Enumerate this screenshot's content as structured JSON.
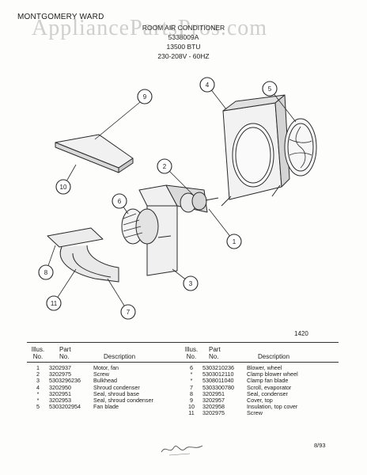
{
  "header": {
    "brand": "MONTGOMERY WARD",
    "title": "ROOM AIR CONDITIONER",
    "model": "5338009A",
    "capacity": "13500 BTU",
    "power": "230-208V - 60HZ"
  },
  "watermark": "AppliancePartsPros.com",
  "figure_number": "1420",
  "callouts": [
    "1",
    "2",
    "3",
    "4",
    "5",
    "6",
    "7",
    "8",
    "9",
    "10",
    "11"
  ],
  "table": {
    "headers": {
      "illus": "Illus.\nNo.",
      "part": "Part\nNo.",
      "description": "Description"
    },
    "left": [
      {
        "illus": "1",
        "part": "3202937",
        "desc": "Motor, fan"
      },
      {
        "illus": "2",
        "part": "3202975",
        "desc": "Screw"
      },
      {
        "illus": "3",
        "part": "5303296236",
        "desc": "Bulkhead"
      },
      {
        "illus": "4",
        "part": "3202950",
        "desc": "Shroud condenser"
      },
      {
        "illus": "*",
        "part": "3202951",
        "desc": "Seal, shroud base"
      },
      {
        "illus": "*",
        "part": "3202953",
        "desc": "Seal, shroud condenser"
      },
      {
        "illus": "5",
        "part": "5303202954",
        "desc": "Fan blade"
      }
    ],
    "right": [
      {
        "illus": "6",
        "part": "5303210236",
        "desc": "Blower, wheel"
      },
      {
        "illus": "*",
        "part": "5303012110",
        "desc": "Clamp blower wheel"
      },
      {
        "illus": "*",
        "part": "5308011040",
        "desc": "Clamp fan blade"
      },
      {
        "illus": "7",
        "part": "5303300780",
        "desc": "Scroll, evaporator"
      },
      {
        "illus": "8",
        "part": "3202951",
        "desc": "Seal, condenser"
      },
      {
        "illus": "9",
        "part": "3202957",
        "desc": "Cover, top"
      },
      {
        "illus": "10",
        "part": "3202958",
        "desc": "Insulation, top cover"
      },
      {
        "illus": "11",
        "part": "3202975",
        "desc": "Screw"
      }
    ]
  },
  "footer_date": "8/93"
}
